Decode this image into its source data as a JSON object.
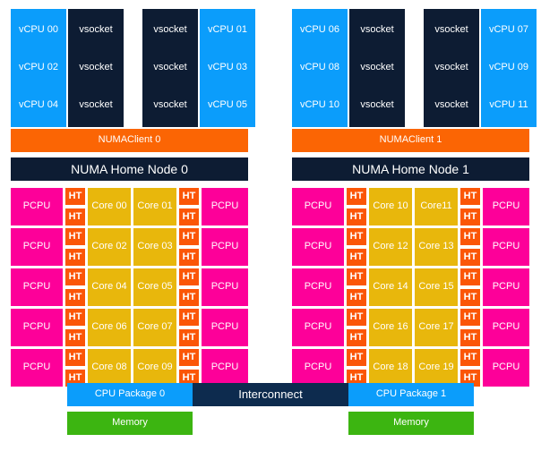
{
  "diagram": {
    "title": "NUMA topology diagram",
    "colors": {
      "vcpu": "#0b9dfb",
      "vsocket": "#0d1c33",
      "numa_client": "#fb6504",
      "numa_home_node": "#0d1c33",
      "pcpu": "#fd0099",
      "ht": "#fb5607",
      "core": "#e8b70c",
      "cpu_package": "#0b9dfb",
      "interconnect": "#0d2b4e",
      "memory": "#3cb511",
      "background": "#ffffff"
    },
    "nodes": [
      {
        "id": "node0",
        "numa_client": "NUMAClient 0",
        "numa_home_node": "NUMA Home Node 0",
        "cpu_package": "CPU Package 0",
        "memory": "Memory",
        "vcpu_rows": [
          {
            "left_vcpu": "vCPU 00",
            "left_vsocket": "vsocket",
            "right_vsocket": "vsocket",
            "right_vcpu": "vCPU 01"
          },
          {
            "left_vcpu": "vCPU 02",
            "left_vsocket": "vsocket",
            "right_vsocket": "vsocket",
            "right_vcpu": "vCPU 03"
          },
          {
            "left_vcpu": "vCPU 04",
            "left_vsocket": "vsocket",
            "right_vsocket": "vsocket",
            "right_vcpu": "vCPU 05"
          }
        ],
        "core_rows": [
          {
            "left_pcpu": "PCPU",
            "left_ht_top": "HT",
            "left_ht_bottom": "HT",
            "left_core": "Core 00",
            "right_core": "Core 01",
            "right_ht_top": "HT",
            "right_ht_bottom": "HT",
            "right_pcpu": "PCPU"
          },
          {
            "left_pcpu": "PCPU",
            "left_ht_top": "HT",
            "left_ht_bottom": "HT",
            "left_core": "Core 02",
            "right_core": "Core 03",
            "right_ht_top": "HT",
            "right_ht_bottom": "HT",
            "right_pcpu": "PCPU"
          },
          {
            "left_pcpu": "PCPU",
            "left_ht_top": "HT",
            "left_ht_bottom": "HT",
            "left_core": "Core 04",
            "right_core": "Core 05",
            "right_ht_top": "HT",
            "right_ht_bottom": "HT",
            "right_pcpu": "PCPU"
          },
          {
            "left_pcpu": "PCPU",
            "left_ht_top": "HT",
            "left_ht_bottom": "HT",
            "left_core": "Core 06",
            "right_core": "Core 07",
            "right_ht_top": "HT",
            "right_ht_bottom": "HT",
            "right_pcpu": "PCPU"
          },
          {
            "left_pcpu": "PCPU",
            "left_ht_top": "HT",
            "left_ht_bottom": "HT",
            "left_core": "Core 08",
            "right_core": "Core 09",
            "right_ht_top": "HT",
            "right_ht_bottom": "HT",
            "right_pcpu": "PCPU"
          }
        ]
      },
      {
        "id": "node1",
        "numa_client": "NUMAClient 1",
        "numa_home_node": "NUMA Home Node 1",
        "cpu_package": "CPU Package 1",
        "memory": "Memory",
        "vcpu_rows": [
          {
            "left_vcpu": "vCPU 06",
            "left_vsocket": "vsocket",
            "right_vsocket": "vsocket",
            "right_vcpu": "vCPU 07"
          },
          {
            "left_vcpu": "vCPU 08",
            "left_vsocket": "vsocket",
            "right_vsocket": "vsocket",
            "right_vcpu": "vCPU 09"
          },
          {
            "left_vcpu": "vCPU 10",
            "left_vsocket": "vsocket",
            "right_vsocket": "vsocket",
            "right_vcpu": "vCPU 11"
          }
        ],
        "core_rows": [
          {
            "left_pcpu": "PCPU",
            "left_ht_top": "HT",
            "left_ht_bottom": "HT",
            "left_core": "Core 10",
            "right_core": "Core11",
            "right_ht_top": "HT",
            "right_ht_bottom": "HT",
            "right_pcpu": "PCPU"
          },
          {
            "left_pcpu": "PCPU",
            "left_ht_top": "HT",
            "left_ht_bottom": "HT",
            "left_core": "Core 12",
            "right_core": "Core 13",
            "right_ht_top": "HT",
            "right_ht_bottom": "HT",
            "right_pcpu": "PCPU"
          },
          {
            "left_pcpu": "PCPU",
            "left_ht_top": "HT",
            "left_ht_bottom": "HT",
            "left_core": "Core 14",
            "right_core": "Core 15",
            "right_ht_top": "HT",
            "right_ht_bottom": "HT",
            "right_pcpu": "PCPU"
          },
          {
            "left_pcpu": "PCPU",
            "left_ht_top": "HT",
            "left_ht_bottom": "HT",
            "left_core": "Core 16",
            "right_core": "Core 17",
            "right_ht_top": "HT",
            "right_ht_bottom": "HT",
            "right_pcpu": "PCPU"
          },
          {
            "left_pcpu": "PCPU",
            "left_ht_top": "HT",
            "left_ht_bottom": "HT",
            "left_core": "Core 18",
            "right_core": "Core 19",
            "right_ht_top": "HT",
            "right_ht_bottom": "HT",
            "right_pcpu": "PCPU"
          }
        ]
      }
    ],
    "interconnect": "Interconnect"
  }
}
